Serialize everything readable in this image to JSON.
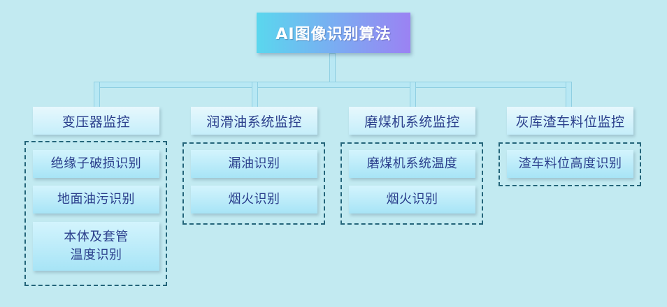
{
  "root": {
    "label": "AI图像识别算法"
  },
  "categories": [
    {
      "label": "变压器监控",
      "items": [
        "绝缘子破损识别",
        "地面油污识别",
        "本体及套管\n温度识别"
      ]
    },
    {
      "label": "润滑油系统监控",
      "items": [
        "漏油识别",
        "烟火识别"
      ]
    },
    {
      "label": "磨煤机系统监控",
      "items": [
        "磨煤机系统温度",
        "烟火识别"
      ]
    },
    {
      "label": "灰库渣车料位监控",
      "items": [
        "渣车料位高度识别"
      ]
    }
  ],
  "colors": {
    "background": "#c2eaf1",
    "text": "#2b3f8c",
    "dash_border": "#24657a",
    "root_gradient_start": "#5ad7ee",
    "root_gradient_end": "#9b82f3"
  }
}
